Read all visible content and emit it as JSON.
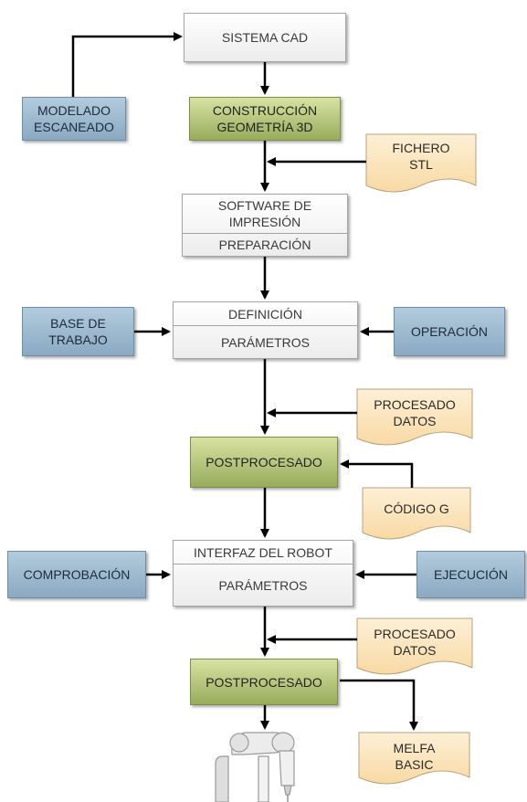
{
  "nodes": {
    "sistema_cad": "SISTEMA CAD",
    "construccion_l1": "CONSTRUCCIÓN",
    "construccion_l2": "GEOMETRÍA 3D",
    "modelado_l1": "MODELADO",
    "modelado_l2": "ESCANEADO",
    "fichero_l1": "FICHERO",
    "fichero_l2": "STL",
    "software_l1": "SOFTWARE DE",
    "software_l2": "IMPRESIÓN",
    "preparacion": "PREPARACIÓN",
    "definicion": "DEFINICIÓN",
    "parametros_1": "PARÁMETROS",
    "base_l1": "BASE DE",
    "base_l2": "TRABAJO",
    "operacion": "OPERACIÓN",
    "procesado1_l1": "PROCESADO",
    "procesado1_l2": "DATOS",
    "postprocesado_1": "POSTPROCESADO",
    "codigo_g": "CÓDIGO G",
    "interfaz": "INTERFAZ DEL ROBOT",
    "parametros_2": "PARÁMETROS",
    "comprobacion": "COMPROBACIÓN",
    "ejecucion": "EJECUCIÓN",
    "procesado2_l1": "PROCESADO",
    "procesado2_l2": "DATOS",
    "postprocesado_2": "POSTPROCESADO",
    "melfa_l1": "MELFA",
    "melfa_l2": "BASIC"
  },
  "colors": {
    "white_box": "#f4f4f4",
    "green_box": "#b5c57a",
    "blue_box": "#9fbbd1",
    "document": "#fbe6c0",
    "arrow": "#000000"
  }
}
